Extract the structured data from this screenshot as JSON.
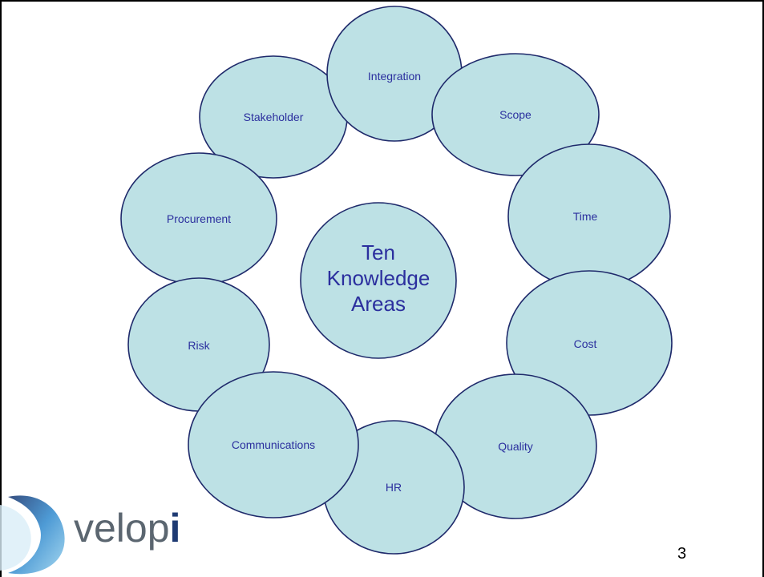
{
  "diagram": {
    "center_label_lines": [
      "Ten",
      "Knowledge",
      "Areas"
    ],
    "nodes": [
      {
        "label": "Integration"
      },
      {
        "label": "Scope"
      },
      {
        "label": "Time"
      },
      {
        "label": "Cost"
      },
      {
        "label": "Quality"
      },
      {
        "label": "HR"
      },
      {
        "label": "Communications"
      },
      {
        "label": "Risk"
      },
      {
        "label": "Procurement"
      },
      {
        "label": "Stakeholder"
      }
    ],
    "colors": {
      "fill": "#bde1e5",
      "stroke": "#1f2a6b",
      "text": "#2b2f9e"
    }
  },
  "logo": {
    "text_main": "velop",
    "text_accent": "i"
  },
  "page_number": "3"
}
